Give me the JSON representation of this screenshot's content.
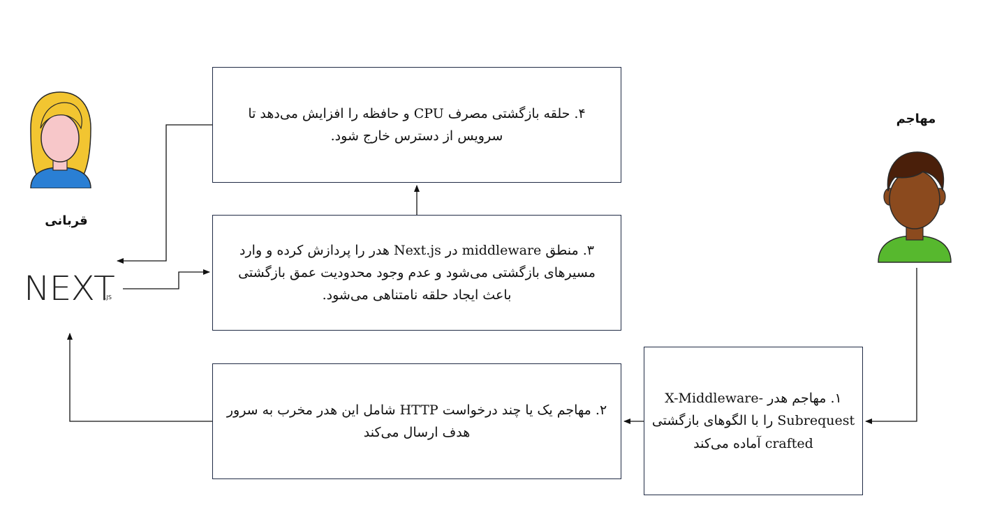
{
  "actors": {
    "victim": "قربانی",
    "attacker": "مهاجم"
  },
  "logo": {
    "main": "NEXT",
    "sub": ".JS"
  },
  "steps": {
    "step1": "۱. مهاجم هدر X-Middleware-Subrequest را با الگوهای بازگشتی crafted آماده می‌کند",
    "step2": "۲. مهاجم یک یا چند درخواست HTTP شامل این هدر مخرب به سرور هدف ارسال می‌کند",
    "step3": "۳. منطق middleware در Next.js هدر را پردازش کرده و وارد مسیرهای بازگشتی می‌شود و عدم وجود محدودیت عمق بازگشتی باعث ایجاد حلقه نامتناهی می‌شود.",
    "step4": "۴. حلقه بازگشتی مصرف CPU و حافظه را افزایش می‌دهد تا سرویس از دسترس خارج شود."
  },
  "colors": {
    "box_border": "#1f2a44",
    "victim_hair": "#f2c531",
    "victim_skin": "#f7c7c9",
    "victim_shirt": "#2a7fd4",
    "attacker_hair": "#4a1f0a",
    "attacker_skin": "#8b4a1e",
    "attacker_shirt": "#57b82e"
  }
}
